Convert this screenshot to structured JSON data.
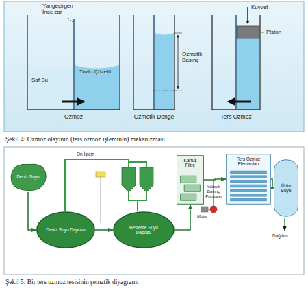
{
  "diagram": {
    "nodes": [
      {
        "text": [
          "Deniz Suyu"
        ]
      },
      {
        "text": [
          "Deniz Suyu Deposu"
        ]
      },
      {
        "text": [
          "Besleme Suyu Deposu"
        ]
      },
      {
        "text": [
          "Kartuş Filtre"
        ]
      },
      {
        "text": [
          "Ters Ozmoz Elemanları"
        ]
      },
      {
        "text": [
          "Ürün Suyu"
        ]
      }
    ],
    "edges": [
      {
        "from": 0,
        "to": 1,
        "arrow": "to"
      },
      {
        "from": 1,
        "to": 2,
        "arrow": "to"
      },
      {
        "from": 2,
        "to": 3,
        "arrow": "to"
      },
      {
        "from": 3,
        "to": 4,
        "arrow": "to"
      },
      {
        "from": 4,
        "to": 5,
        "arrow": "to"
      }
    ],
    "labels": [
      "Yarıgeçirgen İnce zar",
      "Tuzlu Çözelti",
      "Saf Su",
      "Ozmoz",
      "Ozmotik Denge",
      "Ozmotik Basınç",
      "Kuvvet",
      "Piston",
      "Ters Ozmoz",
      "Şekil 4: Ozmoz olayının (ters ozmoz işleminin) mekanizması",
      "Ön İşlem",
      "Yüksek Basınç Pompası",
      "Motor",
      "Dağıtım",
      "Şekil 5: Bir ters ozmoz tesisinin şematik diyagramı"
    ]
  }
}
